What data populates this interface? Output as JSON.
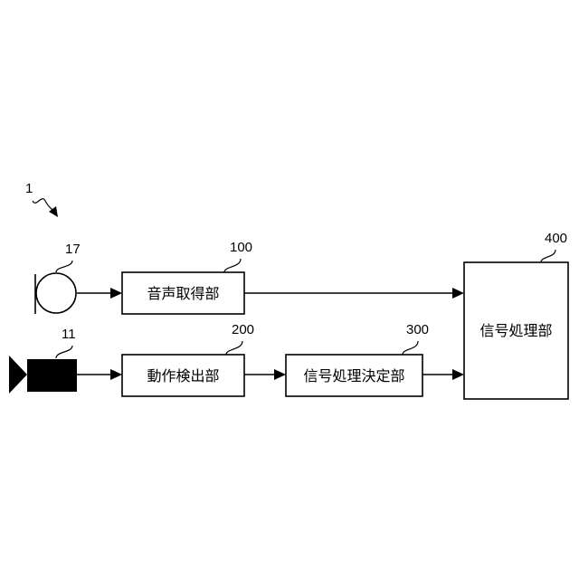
{
  "diagram": {
    "system_ref": "1",
    "microphone": {
      "ref": "17"
    },
    "camera": {
      "ref": "11"
    },
    "blocks": [
      {
        "id": "audio-acquisition",
        "ref": "100",
        "label": "音声取得部"
      },
      {
        "id": "motion-detection",
        "ref": "200",
        "label": "動作検出部"
      },
      {
        "id": "signal-processing-decision",
        "ref": "300",
        "label": "信号処理決定部"
      },
      {
        "id": "signal-processing",
        "ref": "400",
        "label": "信号処理部"
      }
    ]
  }
}
